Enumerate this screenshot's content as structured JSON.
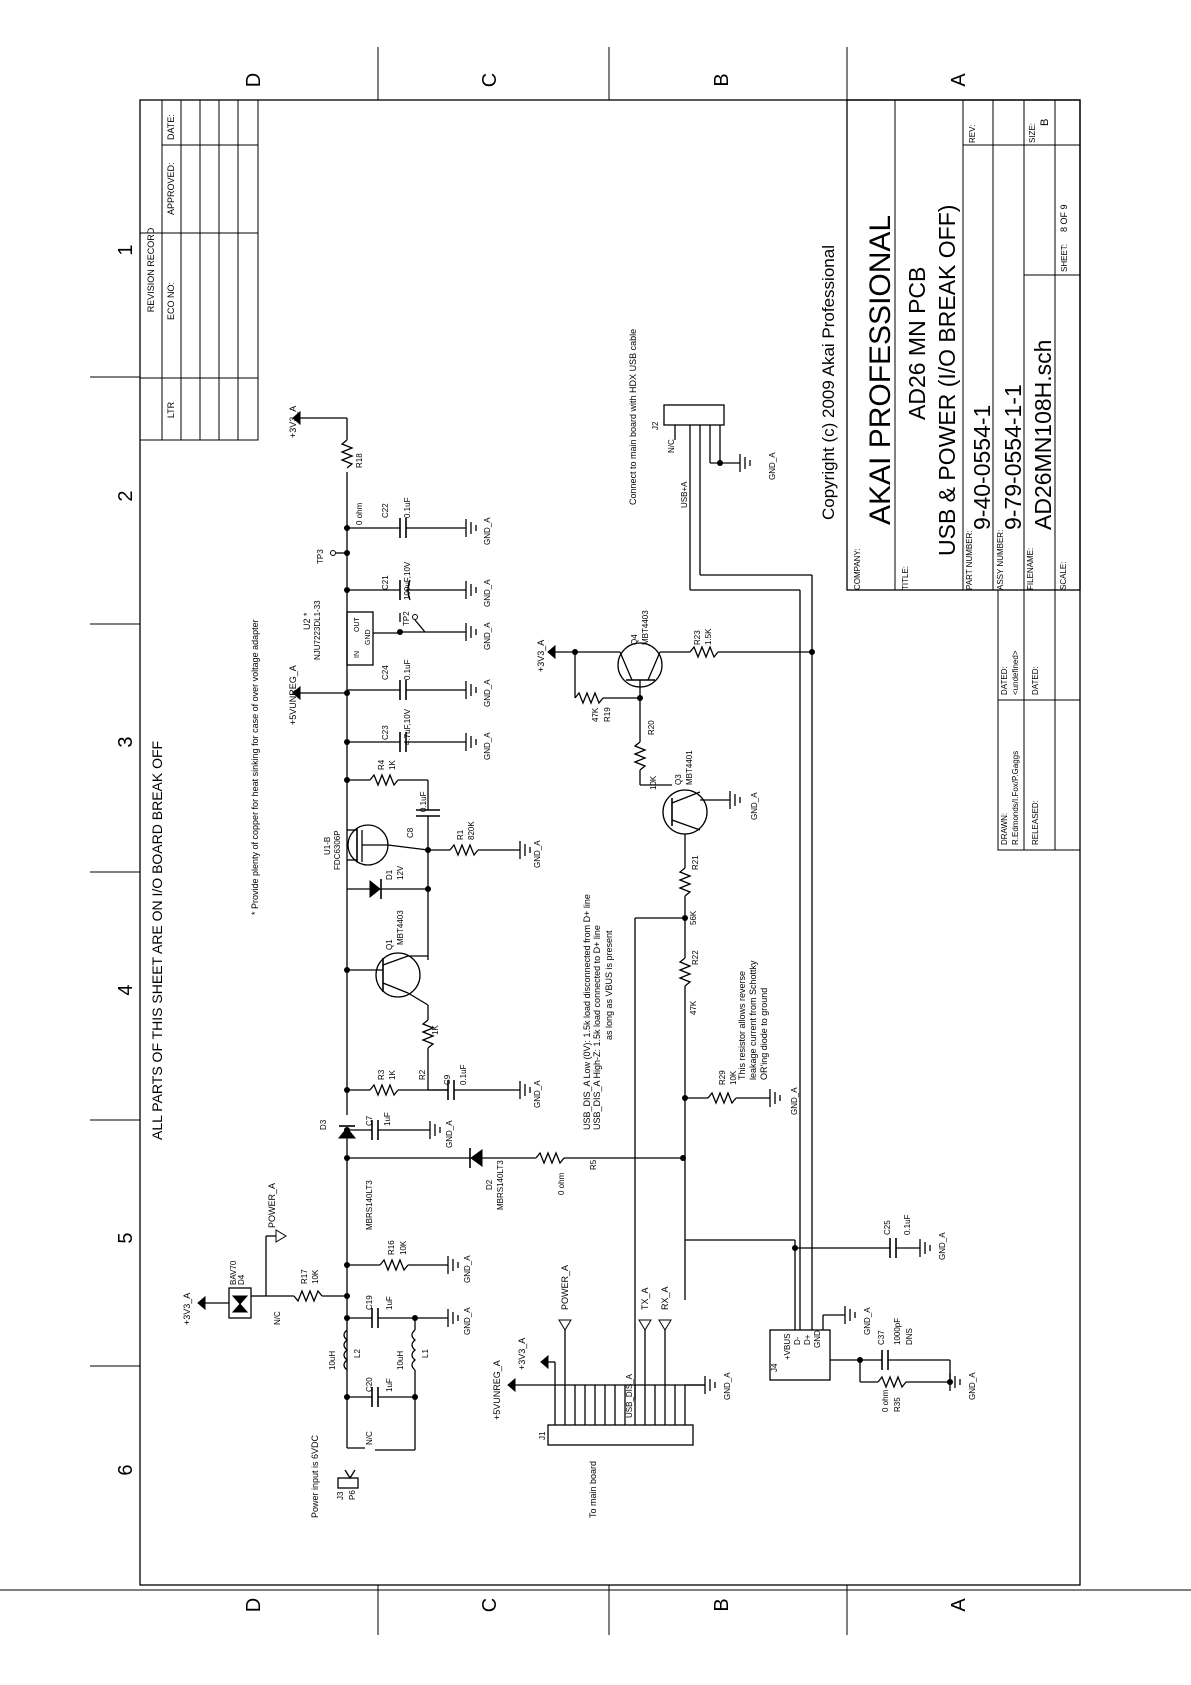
{
  "sheet": {
    "columns": [
      "1",
      "2",
      "3",
      "4",
      "5",
      "6"
    ],
    "rows": [
      "D",
      "C",
      "B",
      "A"
    ],
    "main_title": "ALL PARTS OF THIS SHEET ARE ON I/O BOARD BREAK OFF",
    "heat_note": "* Provide plenty of copper for heat sinking for case of over voltage adapter",
    "usb_note_1": "USB_DIS_A Low (0V): 1.5k load disconnected from D+ line",
    "usb_note_2": "USB_DIS_A High-Z: 1.5k load connected to D+ line",
    "usb_note_3": "as long as VBUS is present",
    "r29_note_1": "This resistor allows reverse",
    "r29_note_2": "leakage current from Schottky",
    "r29_note_3": "OR'ing diode to ground",
    "usb_cable_note": "Connect to main  board with HDX USB cable",
    "power_note": "Power input is 6VDC",
    "main_board_note": "To main board"
  },
  "components": {
    "R18": "R18",
    "R18_val": "0 ohm",
    "C22": "C22",
    "C22_val": "0.1uF",
    "TP3": "TP3",
    "C21": "C21",
    "C21_val": "100uF,10V",
    "TP2": "TP2",
    "C24": "C24",
    "C24_val": "0.1uF",
    "C23": "C23",
    "C23_val": "4.7uF,10V",
    "U2": "U2 *",
    "U2_part": "NJU7223DL1-33",
    "U2_in": "IN",
    "U2_out": "OUT",
    "U2_gnd": "GND",
    "R4": "R4",
    "R4_val": "1K",
    "C8": "C8",
    "C8_val": "0.1uF",
    "R1": "R1",
    "R1_val": "820K",
    "U1B": "U1-B",
    "U1B_part": "FDC6306P",
    "D1": "D1",
    "D1_val": "12V",
    "Q1": "Q1",
    "Q1_part": "MBT4403",
    "R2": "R2",
    "R2_val": "1K",
    "R3": "R3",
    "R3_val": "1K",
    "C9": "C9",
    "C9_val": "0.1uF",
    "C7": "C7",
    "C7_val": "1uF",
    "D3": "D3",
    "D3_part": "MBRS140LT3",
    "D2": "D2",
    "D2_part": "MBRS140LT3",
    "R5": "R5",
    "R5_val": "0 ohm",
    "R16": "R16",
    "R16_val": "10K",
    "R17": "R17",
    "R17_val": "10K",
    "D4": "D4",
    "D4_part": "BAV70",
    "C19": "C19",
    "C19_val": "1uF",
    "C20": "C20",
    "C20_val": "1uF",
    "L2": "L2",
    "L2_val": "10uH",
    "L1": "L1",
    "L1_val": "10uH",
    "J3": "J3",
    "P6": "P6",
    "Q4": "Q4",
    "Q4_part": "MBT4403",
    "R23": "R23",
    "R23_val": "1.5K",
    "R19": "R19",
    "R19_val": "47K",
    "R20": "R20",
    "R20_val": "10K",
    "Q3": "Q3",
    "Q3_part": "MBT4401",
    "R21": "R21",
    "R21_val": "56K",
    "R22": "R22",
    "R22_val": "47K",
    "R29": "R29",
    "R29_val": "10K",
    "C25": "C25",
    "C25_val": "0.1uF",
    "J2": "J2",
    "J4": "J4",
    "C37": "C37",
    "C37_val": "1000pF",
    "C37_dns": "DNS",
    "R35": "R35",
    "R35_val": "0 ohm",
    "J1": "J1"
  },
  "nets": {
    "p3v3": "+3V3_A",
    "p5v": "+5VUNREG_A",
    "gnd": "GND_A",
    "power": "POWER_A",
    "tx": "TX_A",
    "rx": "RX_A",
    "usbplus": "USB+A",
    "usbdis": "USB_DIS_A",
    "nc": "N/C",
    "vbus": "+VBUS",
    "dm": "D-",
    "dp": "D+",
    "gnd4": "GND"
  },
  "title_block": {
    "revision_header": "REVISION RECORD",
    "col_ltr": "LTR",
    "col_eco": "ECO NO:",
    "col_approved": "APPROVED:",
    "col_date": "DATE:",
    "copyright": "Copyright (c) 2009  Akai Professional",
    "company_label": "COMPANY:",
    "company": "AKAI PROFESSIONAL",
    "title_label": "TITLE:",
    "title_1": "AD26 MN PCB",
    "title_2": "USB & POWER (I/O BREAK OFF)",
    "rev_label": "REV:",
    "part_label": "PART NUMBER:",
    "part_number": "9-40-0554-1",
    "assy_label": "ASSY NUMBER:",
    "assy_number": "9-79-0554-1-1",
    "file_label": "FILENAME:",
    "filename": "AD26MN108H.sch",
    "size_label": "SIZE:",
    "size": "B",
    "sheet_label": "SHEET:",
    "sheet": "8  OF  9",
    "scale_label": "SCALE:",
    "drawn_label": "DRAWN:",
    "drawn": "R.Edmonds/I.Fox/P.Gaggs",
    "dated_label": "DATED:",
    "dated": "<undefined>",
    "released_label": "RELEASED:",
    "dated2_label": "DATED:"
  }
}
